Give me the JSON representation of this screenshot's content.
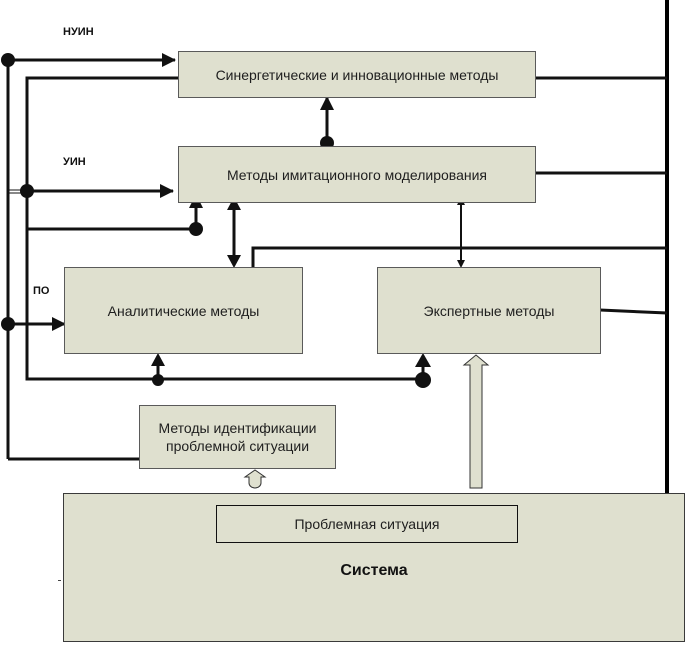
{
  "diagram": {
    "labels": {
      "nuin": "НУИН",
      "uin": "УИН",
      "po": "ПО"
    },
    "blocks": {
      "synergetic": "Синергетические и инновационные методы",
      "simulation": "Методы имитационного моделирования",
      "analytical": "Аналитические методы",
      "expert": "Экспертные методы",
      "identification_line1": "Методы идентификации",
      "identification_line2": "проблемной ситуации"
    },
    "system": {
      "title": "Система",
      "problem_situation": "Проблемная ситуация"
    },
    "colors": {
      "block_fill": "#dfe0cf",
      "line": "#111111"
    }
  }
}
